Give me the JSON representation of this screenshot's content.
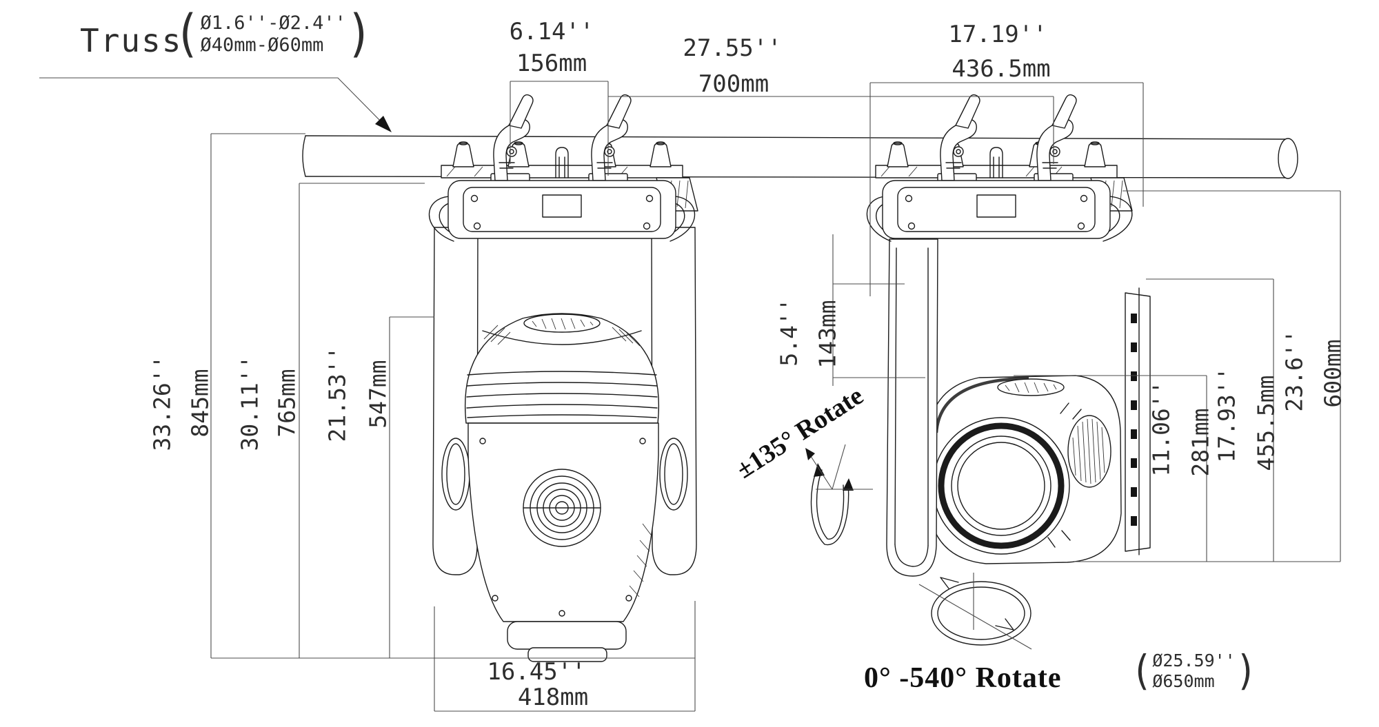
{
  "truss": {
    "label": "Truss",
    "diameter_in": "Ø1.6''-Ø2.4''",
    "diameter_mm": "Ø40mm-Ø60mm"
  },
  "dimensions": {
    "clamp_spacing": {
      "in": "6.14''",
      "mm": "156mm"
    },
    "hang_spacing": {
      "in": "27.55''",
      "mm": "700mm"
    },
    "base_width": {
      "in": "17.19''",
      "mm": "436.5mm"
    },
    "overall_height": {
      "in": "33.26''",
      "mm": "845mm"
    },
    "below_truss_height": {
      "in": "30.11''",
      "mm": "765mm"
    },
    "body_height": {
      "in": "21.53''",
      "mm": "547mm"
    },
    "head_width": {
      "in": "16.45''",
      "mm": "418mm"
    },
    "base_clearance": {
      "in": "5.4''",
      "mm": "143mm"
    },
    "head_depth": {
      "in": "11.06''",
      "mm": "281mm"
    },
    "swing_height": {
      "in": "17.93''",
      "mm": "455.5mm"
    },
    "side_height": {
      "in": "23.6''",
      "mm": "600mm"
    }
  },
  "rotation": {
    "tilt_label": "±135° Rotate",
    "pan_label": "0° -540° Rotate",
    "pan_circle_in": "Ø25.59''",
    "pan_circle_mm": "Ø650mm"
  }
}
